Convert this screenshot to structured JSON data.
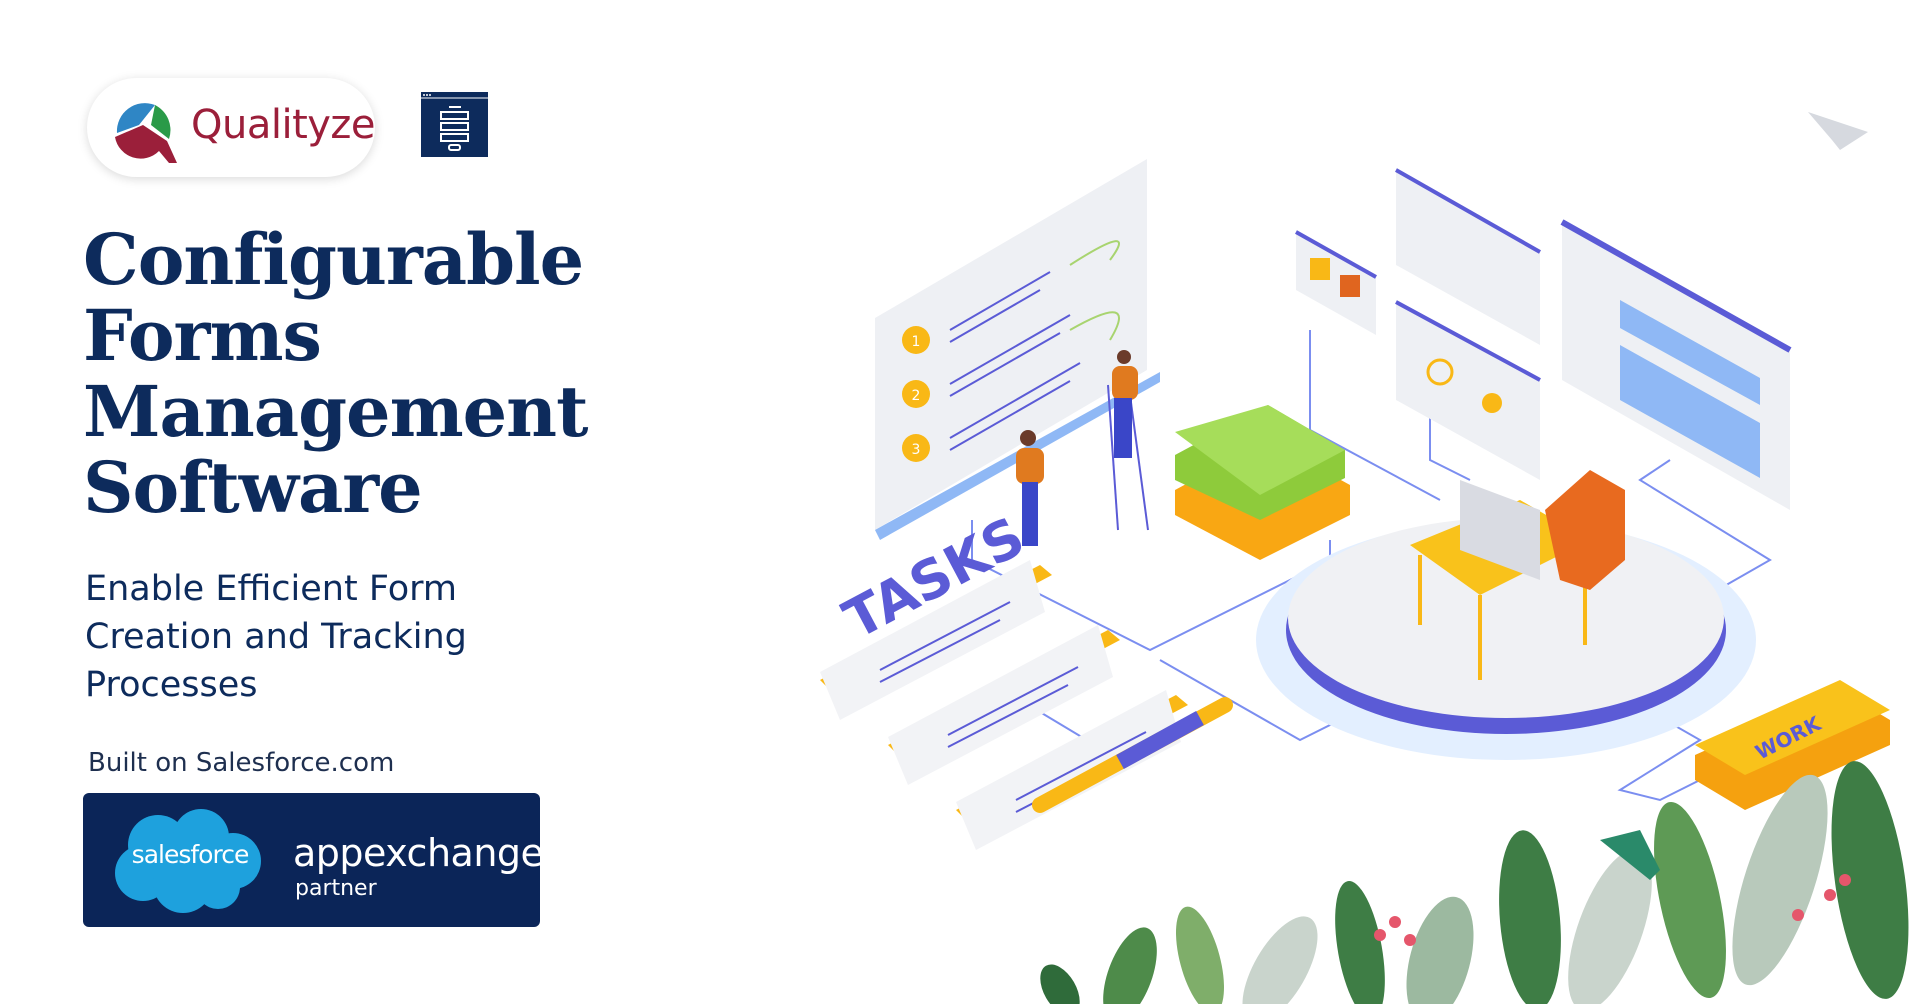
{
  "brand": {
    "name": "Qualityze"
  },
  "headline": {
    "lines": [
      "Configurable",
      "Forms",
      "Management",
      "Software"
    ]
  },
  "subtitle": {
    "lines": [
      "Enable Efficient Form",
      "Creation and Tracking",
      "Processes"
    ]
  },
  "built_on": "Built on Salesforce.com",
  "badge": {
    "salesforce": "salesforce",
    "appexchange": "appexchange",
    "partner": "partner"
  },
  "illustration": {
    "tasks_label": "TASKS",
    "work_label": "WORK",
    "steps": [
      "1",
      "2",
      "3"
    ]
  },
  "colors": {
    "navy": "#0d2b5c",
    "brand_red": "#9b1f3a",
    "accent_purple": "#5b5bd6",
    "accent_yellow": "#f9b816",
    "sf_blue": "#1798c1"
  }
}
